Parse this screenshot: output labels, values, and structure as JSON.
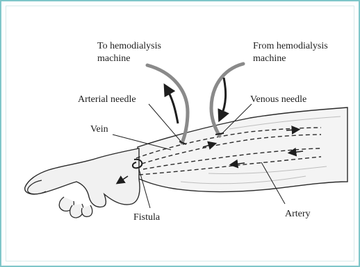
{
  "labels": {
    "to_machine_line1": "To hemodialysis",
    "to_machine_line2": "machine",
    "from_machine_line1": "From hemodialysis",
    "from_machine_line2": "machine",
    "arterial_needle": "Arterial needle",
    "venous_needle": "Venous needle",
    "vein": "Vein",
    "fistula": "Fistula",
    "artery": "Artery"
  },
  "colors": {
    "frame": "#7fc6c9",
    "tube": "#8a8a8a",
    "line": "#1e1e1e"
  }
}
